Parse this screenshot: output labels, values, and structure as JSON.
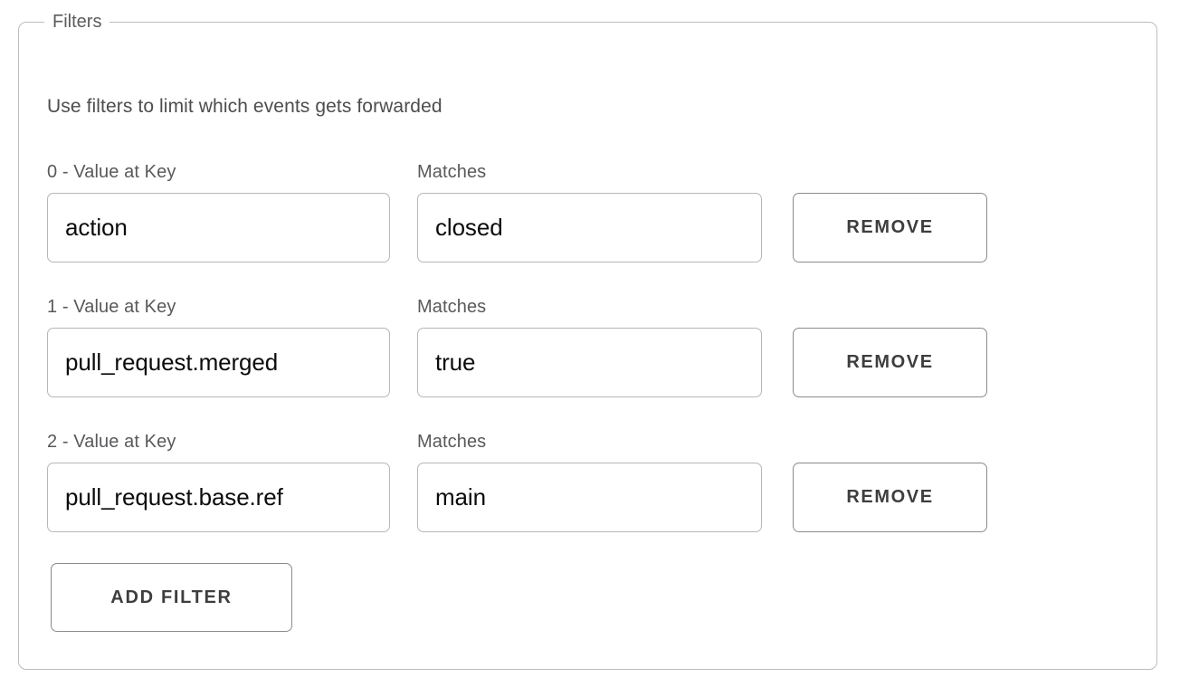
{
  "panel": {
    "legend": "Filters",
    "description": "Use filters to limit which events gets forwarded"
  },
  "columns": {
    "key_label_suffix": "- Value at Key",
    "match_label": "Matches"
  },
  "filters": [
    {
      "index_label": "0 - Value at Key",
      "match_label": "Matches",
      "key_value": "action",
      "key_placeholder": "",
      "match_value": "closed",
      "match_placeholder": "",
      "remove_label": "REMOVE"
    },
    {
      "index_label": "1 - Value at Key",
      "match_label": "Matches",
      "key_value": "pull_request.merged",
      "key_placeholder": "",
      "match_value": "true",
      "match_placeholder": "",
      "remove_label": "REMOVE"
    },
    {
      "index_label": "2 - Value at Key",
      "match_label": "Matches",
      "key_value": "pull_request.base.ref",
      "key_placeholder": "",
      "match_value": "main",
      "match_placeholder": "",
      "remove_label": "REMOVE"
    }
  ],
  "actions": {
    "add_filter_label": "ADD FILTER"
  },
  "colors": {
    "panel_border": "#bdbdbd",
    "input_border": "#b7b7b7",
    "button_border": "#8b8b8b",
    "label_text": "#59595b",
    "value_text": "#0c0c0c",
    "button_text": "#3e3e3e",
    "background": "#ffffff"
  }
}
